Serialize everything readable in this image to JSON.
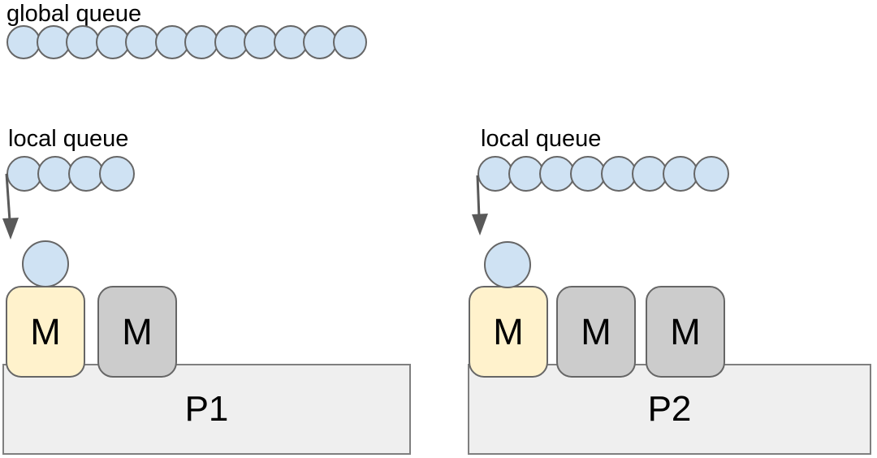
{
  "diagram": {
    "title_context": "scheduler queues diagram",
    "colors": {
      "background": "#ffffff",
      "text-color": "#000000",
      "goroutine-fill": "#cfe2f3",
      "goroutine-stroke": "#666666",
      "m-active-fill": "#fff2cc",
      "m-idle-fill": "#cccccc",
      "m-stroke": "#666666",
      "p-fill": "#efefef",
      "p-stroke": "#7f7f7f",
      "arrow-color": "#595959"
    },
    "global_queue": {
      "label": "global queue",
      "goroutine_count": 12
    },
    "processors": [
      {
        "label": "P1",
        "local_queue": {
          "label": "local queue",
          "goroutine_count": 4
        },
        "running_goroutine": true,
        "machines": [
          {
            "label": "M",
            "state": "active"
          },
          {
            "label": "M",
            "state": "idle"
          }
        ]
      },
      {
        "label": "P2",
        "local_queue": {
          "label": "local queue",
          "goroutine_count": 8
        },
        "running_goroutine": true,
        "machines": [
          {
            "label": "M",
            "state": "active"
          },
          {
            "label": "M",
            "state": "idle"
          },
          {
            "label": "M",
            "state": "idle"
          }
        ]
      }
    ]
  }
}
